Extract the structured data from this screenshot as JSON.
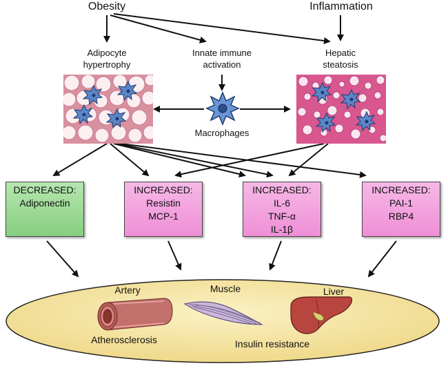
{
  "header": {
    "obesity": "Obesity",
    "inflammation": "Inflammation"
  },
  "mid": {
    "adipocyte_line1": "Adipocyte",
    "adipocyte_line2": "hypertrophy",
    "innate_line1": "Innate immune",
    "innate_line2": "activation",
    "hepatic_line1": "Hepatic",
    "hepatic_line2": "steatosis",
    "macrophages": "Macrophages"
  },
  "boxes": [
    {
      "heading": "DECREASED:",
      "lines": [
        "Adiponectin"
      ],
      "color": "#8fd388"
    },
    {
      "heading": "INCREASED:",
      "lines": [
        "Resistin",
        "MCP-1"
      ],
      "color": "#f29ad9"
    },
    {
      "heading": "INCREASED:",
      "lines": [
        "IL-6",
        "TNF-α",
        "IL-1β"
      ],
      "color": "#f29ad9"
    },
    {
      "heading": "INCREASED:",
      "lines": [
        "PAI-1",
        "RBP4"
      ],
      "color": "#f29ad9"
    }
  ],
  "organs": {
    "artery": "Artery",
    "muscle": "Muscle",
    "liver": "Liver",
    "atherosclerosis": "Atherosclerosis",
    "insulin_resistance": "Insulin resistance"
  },
  "icons": [
    "macrophage-icon",
    "artery-icon",
    "muscle-icon",
    "liver-icon"
  ],
  "colors": {
    "oval_fill": "#f7e7a6",
    "macrophage": "#5b87c8",
    "adipose_tissue": "#f3c9d3",
    "liver_tissue": "#e46aa0"
  }
}
